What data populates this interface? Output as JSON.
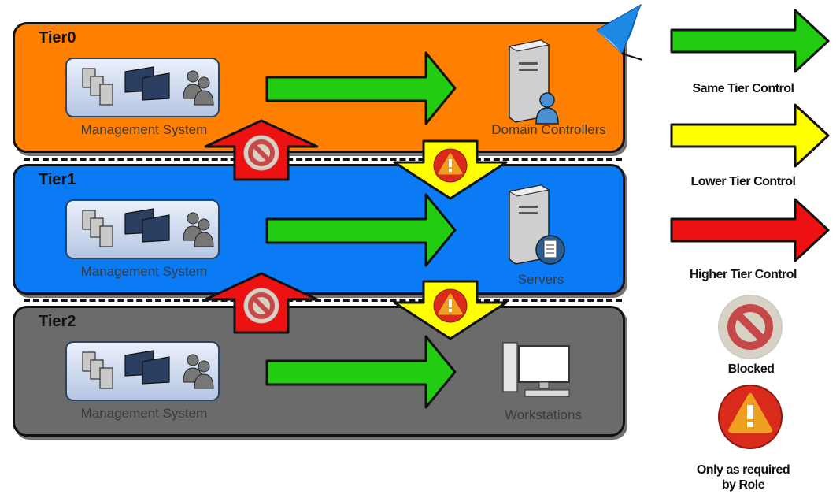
{
  "tiers": [
    {
      "title": "Tier0",
      "management_label": "Management System",
      "asset_label": "Domain Controllers",
      "color": "#ff7f00",
      "asset_icon": "domain-controller-icon"
    },
    {
      "title": "Tier1",
      "management_label": "Management System",
      "asset_label": "Servers",
      "color": "#0b7af5",
      "asset_icon": "server-icon"
    },
    {
      "title": "Tier2",
      "management_label": "Management System",
      "asset_label": "Workstations",
      "color": "#6b6b6b",
      "asset_icon": "workstation-icon"
    }
  ],
  "legend": {
    "same_tier": "Same Tier Control",
    "lower_tier": "Lower Tier Control",
    "higher_tier": "Higher Tier Control",
    "blocked": "Blocked",
    "only_as_required_line1": "Only as required",
    "only_as_required_line2": "by Role"
  },
  "colors": {
    "same_tier_arrow": "#22cc11",
    "lower_tier_arrow": "#ffff00",
    "higher_tier_arrow": "#ee1111",
    "blocked_badge": "#d8d2c4",
    "warning_badge": "#d92a1c"
  }
}
